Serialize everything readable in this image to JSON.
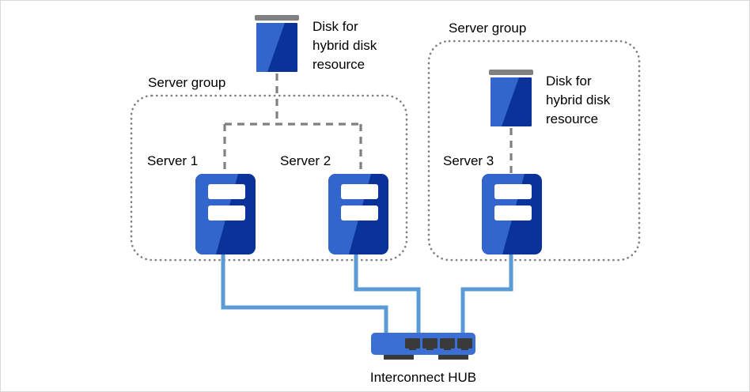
{
  "diagram": {
    "title_absent": true,
    "background_color": "#ffffff",
    "border_color": "#d9d9d9",
    "palette": {
      "server_light_blue": "#3366cc",
      "server_dark_blue": "#0a3399",
      "disk_light_blue": "#3366cc",
      "disk_dark_blue": "#0a3399",
      "disk_cap_gray": "#808080",
      "hub_blue": "#3b6fd4",
      "hub_port_dark": "#3a3a3a",
      "cable_blue": "#5b9bd5",
      "dashed_gray": "#808080",
      "group_border_gray": "#808080",
      "text_black": "#000000"
    },
    "groups": [
      {
        "id": "left-group",
        "label": "Server group"
      },
      {
        "id": "right-group",
        "label": "Server group"
      }
    ],
    "disks": [
      {
        "id": "disk-left",
        "label_lines": [
          "Disk for",
          "hybrid disk",
          "resource"
        ]
      },
      {
        "id": "disk-right",
        "label_lines": [
          "Disk for",
          "hybrid disk",
          "resource"
        ]
      }
    ],
    "servers": [
      {
        "id": "server-1",
        "label": "Server 1"
      },
      {
        "id": "server-2",
        "label": "Server 2"
      },
      {
        "id": "server-3",
        "label": "Server 3"
      }
    ],
    "hub": {
      "id": "interconnect-hub",
      "label": "Interconnect HUB",
      "port_count": 4
    }
  }
}
